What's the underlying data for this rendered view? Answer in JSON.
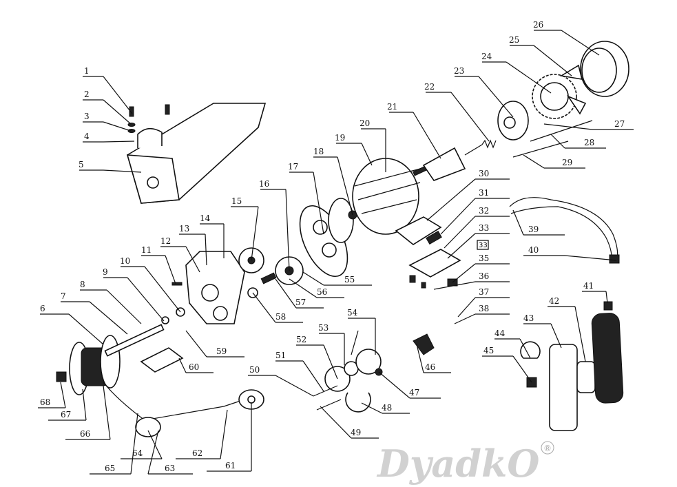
{
  "labels": [
    "1",
    "2",
    "3",
    "4",
    "5",
    "6",
    "7",
    "8",
    "9",
    "10",
    "11",
    "12",
    "13",
    "14",
    "15",
    "16",
    "17",
    "18",
    "19",
    "20",
    "21",
    "22",
    "23",
    "24",
    "25",
    "26",
    "27",
    "28",
    "29",
    "30",
    "31",
    "32",
    "33",
    "35",
    "36",
    "37",
    "38",
    "39",
    "40",
    "41",
    "42",
    "43",
    "44",
    "45",
    "46",
    "47",
    "48",
    "49",
    "50",
    "51",
    "52",
    "53",
    "54",
    "55",
    "56",
    "57",
    "58",
    "59",
    "60",
    "61",
    "62",
    "63",
    "64",
    "65",
    "66",
    "67",
    "68"
  ],
  "boxed_label": "33",
  "watermark": "DyadkO",
  "watermark_mark": "®"
}
